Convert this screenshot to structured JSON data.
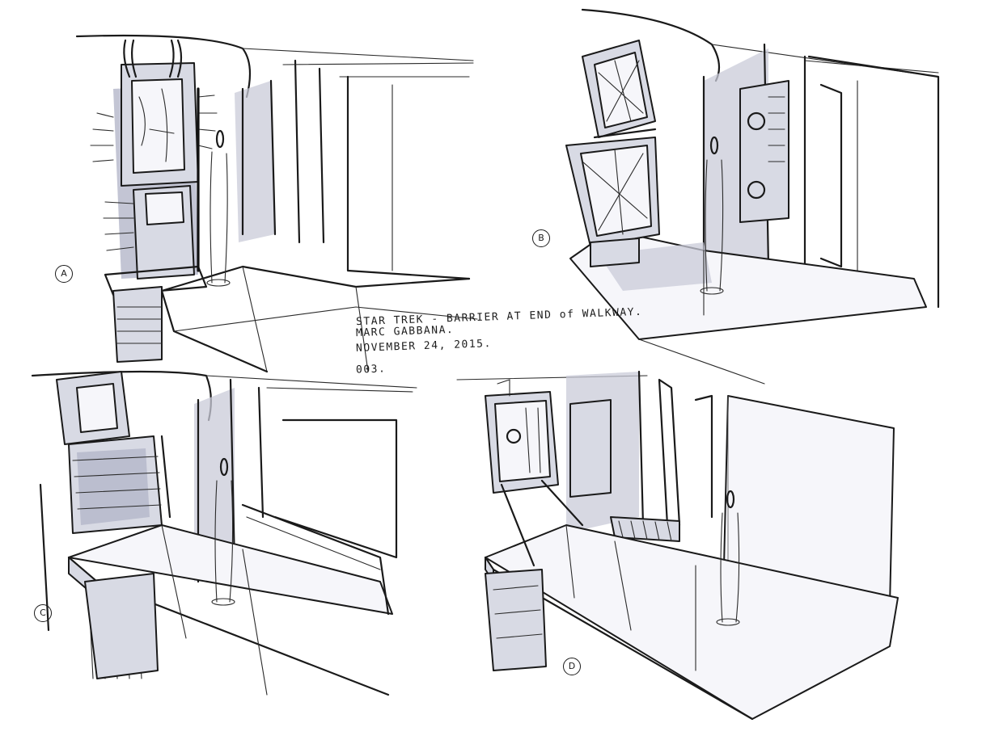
{
  "sketch": {
    "title_line": "STAR TREK - BARRIER AT END of WALKWAY.",
    "artist_line": "MARC GABBANA.",
    "date_line": "NOVEMBER 24, 2015.",
    "number_line": "003."
  },
  "panels": {
    "a": {
      "label": "A"
    },
    "b": {
      "label": "B"
    },
    "c": {
      "label": "C"
    },
    "d": {
      "label": "D"
    }
  },
  "colors": {
    "ink": "#1a1a1a",
    "marker_grey": "#c9cbd8",
    "paper": "#ffffff"
  }
}
